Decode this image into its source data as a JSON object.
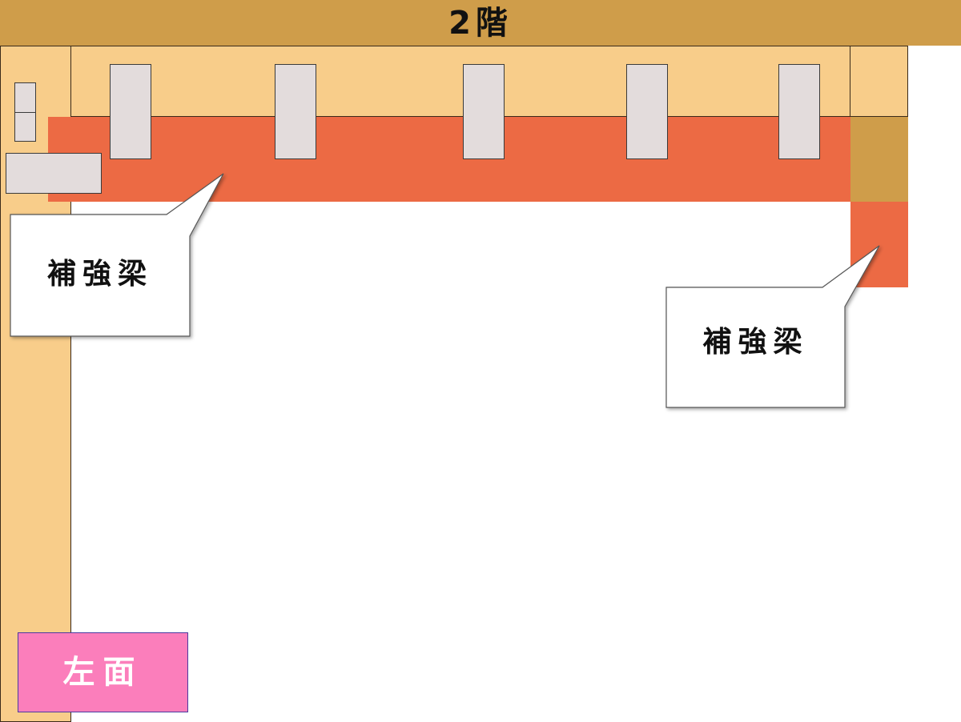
{
  "header": {
    "title": "2階"
  },
  "callouts": [
    {
      "label": "補強梁"
    },
    {
      "label": "補強梁"
    }
  ],
  "face_badge": {
    "label": "左面"
  },
  "colors": {
    "header": "#cf9d4a",
    "wood": "#f8cd8a",
    "beam": "#ec6a44",
    "joint": "#cf9d4a",
    "block": "#e3dcdc",
    "badge": "#fb7ebb"
  }
}
